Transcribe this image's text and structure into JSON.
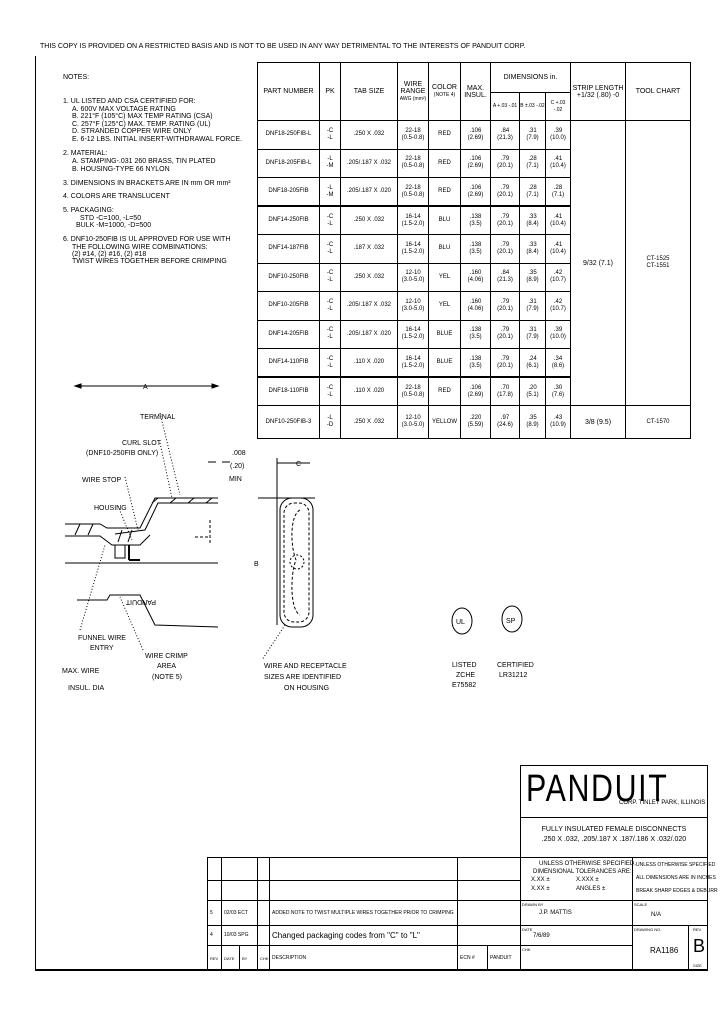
{
  "notice": "THIS COPY IS PROVIDED ON A RESTRICTED BASIS AND IS NOT TO BE USED IN ANY WAY DETRIMENTAL TO THE INTERESTS OF PANDUIT CORP.",
  "notes": {
    "title": "NOTES:",
    "lines": [
      "1.  UL LISTED AND CSA CERTIFIED FOR:",
      "A. 600V MAX VOLTAGE RATING",
      "B. 221°F (105°C) MAX TEMP RATING (CSA)",
      "C. 257°F (125°C) MAX. TEMP. RATING (UL)",
      "D. STRANDED COPPER WIRE ONLY",
      "E. 6-12 LBS. INITIAL INSERT-WITHDRAWAL FORCE.",
      "2.  MATERIAL:",
      "A. STAMPING-.031 260 BRASS, TIN PLATED",
      "B. HOUSING-TYPE 66 NYLON",
      "3.  DIMENSIONS IN BRACKETS ARE IN mm OR mm²",
      "4.  COLORS ARE TRANSLUCENT",
      "5.  PACKAGING:",
      "STD -C=100, -L=50",
      "BULK -M=1000, -D=500",
      "6.  DNF10-250FIB IS UL APPROVED FOR USE WITH",
      "THE FOLLOWING WIRE COMBINATIONS:",
      "(2) #14, (2) #16, (2) #18",
      "TWIST WIRES TOGETHER BEFORE CRIMPING"
    ]
  },
  "table": {
    "headers": {
      "part_number": "PART NUMBER",
      "pk": "PK",
      "tab_size": "TAB SIZE",
      "wire_range": "WIRE RANGE",
      "wire_range_units": "AWG (mm²)",
      "color": "COLOR",
      "color_sub": "(NOTE 4)",
      "max_insul": "MAX. INSUL.",
      "dimensions": "DIMENSIONS in.",
      "dim_a": "A +.03 -.01",
      "dim_b": "B ±.03 -.02",
      "dim_c": "C +.03 -.02",
      "strip_length": "STRIP LENGTH +1/32 (.80) -0",
      "tool_chart": "TOOL CHART"
    },
    "rows": [
      {
        "part": "DNF18-250FIB-L",
        "pk": "-C\n-L",
        "tab": ".250 X .032",
        "wire": "22-18\n(0.5-0.8)",
        "color": "RED",
        "insul": ".106\n(2.69)",
        "a": ".84\n(21.3)",
        "b": ".31\n(7.9)",
        "c": ".39\n(10.0)",
        "thick": false
      },
      {
        "part": "DNF18-205FIB-L",
        "pk": "-L\n-M",
        "tab": ".205/.187 X .032",
        "wire": "22-18\n(0.5-0.8)",
        "color": "RED",
        "insul": ".106\n(2.69)",
        "a": ".79\n(20.1)",
        "b": ".28\n(7.1)",
        "c": ".41\n(10.4)",
        "thick": false
      },
      {
        "part": "DNF18-205FIB",
        "pk": "-L\n-M",
        "tab": ".205/.187 X .020",
        "wire": "22-18\n(0.5-0.8)",
        "color": "RED",
        "insul": ".106\n(2.69)",
        "a": ".79\n(20.1)",
        "b": ".28\n(7.1)",
        "c": ".28\n(7.1)",
        "thick": true
      },
      {
        "part": "DNF14-250FIB",
        "pk": "-C\n-L",
        "tab": ".250 X .032",
        "wire": "16-14\n(1.5-2.0)",
        "color": "BLU",
        "insul": ".138\n(3.5)",
        "a": ".79\n(20.1)",
        "b": ".33\n(8.4)",
        "c": ".41\n(10.4)",
        "thick": false
      },
      {
        "part": "DNF14-187FIB",
        "pk": "-C\n-L",
        "tab": ".187 X .032",
        "wire": "16-14\n(1.5-2.0)",
        "color": "BLU",
        "insul": ".138\n(3.5)",
        "a": ".79\n(20.1)",
        "b": ".33\n(8.4)",
        "c": ".41\n(10.4)",
        "thick": false
      },
      {
        "part": "DNF10-250FIB",
        "pk": "-C\n-L",
        "tab": ".250 X .032",
        "wire": "12-10\n(3.0-5.0)",
        "color": "YEL",
        "insul": ".160\n(4.06)",
        "a": ".84\n(21.3)",
        "b": ".35\n(8.9)",
        "c": ".42\n(10.7)",
        "thick": false
      },
      {
        "part": "DNF10-205FIB",
        "pk": "-C\n-L",
        "tab": ".205/.187 X .032",
        "wire": "12-10\n(3.0-5.0)",
        "color": "YEL",
        "insul": ".160\n(4.06)",
        "a": ".79\n(20.1)",
        "b": ".31\n(7.9)",
        "c": ".42\n(10.7)",
        "thick": false
      },
      {
        "part": "DNF14-205FIB",
        "pk": "-C\n-L",
        "tab": ".205/.187 X .020",
        "wire": "16-14\n(1.5-2.0)",
        "color": "BLUE",
        "insul": ".138\n(3.5)",
        "a": ".79\n(20.1)",
        "b": ".31\n(7.9)",
        "c": ".39\n(10.0)",
        "thick": false
      },
      {
        "part": "DNF14-110FIB",
        "pk": "-C\n-L",
        "tab": ".110 X .020",
        "wire": "16-14\n(1.5-2.0)",
        "color": "BLUE",
        "insul": ".138\n(3.5)",
        "a": ".79\n(20.1)",
        "b": ".24\n(6.1)",
        "c": ".34\n(8.6)",
        "thick": true
      },
      {
        "part": "DNF18-110FIB",
        "pk": "-C\n-L",
        "tab": ".110 X .020",
        "wire": "22-18\n(0.5-0.8)",
        "color": "RED",
        "insul": ".106\n(2.69)",
        "a": ".70\n(17.8)",
        "b": ".20\n(5.1)",
        "c": ".30\n(7.6)",
        "thick": false
      },
      {
        "part": "DNF10-250FIB-3",
        "pk": "-L\n-D",
        "tab": ".250 X .032",
        "wire": "12-10\n(3.0-5.0)",
        "color": "YELLOW",
        "insul": ".220\n(5.59)",
        "a": ".97\n(24.6)",
        "b": ".35\n(8.9)",
        "c": ".43\n(10.9)",
        "thick": false
      }
    ],
    "strip_length_group": "9/32 (7.1)",
    "tool_chart_group": "CT-1525\nCT-1551",
    "strip_length_last": "3/8 (9.5)",
    "tool_chart_last": "CT-1570"
  },
  "drawing": {
    "dim_a": "A",
    "dim_b": "B",
    "dim_c": "C",
    "terminal": "TERMINAL",
    "curl_slot": "CURL SLOT",
    "curl_slot_note": "(DNF10-250FIB ONLY)",
    "wire_stop": "WIRE STOP",
    "housing": "HOUSING",
    "gap_in": ".008",
    "gap_mm": "(.20)",
    "gap_min": "MIN",
    "funnel_1": "FUNNEL WIRE",
    "funnel_2": "ENTRY",
    "crimp_1": "WIRE CRIMP",
    "crimp_2": "AREA",
    "crimp_3": "(NOTE 5)",
    "max_insul_1": "MAX. WIRE",
    "max_insul_2": "INSUL. DIA",
    "housing_mark": "PANDUIT",
    "ident_1": "WIRE AND RECEPTACLE",
    "ident_2": "SIZES ARE IDENTIFIED",
    "ident_3": "ON HOUSING"
  },
  "certifications": {
    "ul_logo": "UL",
    "ul_1": "LISTED",
    "ul_2": "ZCHE",
    "ul_3": "E75582",
    "csa_logo": "SP",
    "csa_1": "CERTIFIED",
    "csa_2": "LR31212"
  },
  "title_block": {
    "company": "PANDUIT",
    "company_sub": "CORP.  TINLEY PARK, ILLINOIS",
    "title_1": "FULLY INSULATED FEMALE DISCONNECTS",
    "title_2": ".250 X .032, .205/.187 X .187/.186 X .032/.020",
    "tol_1": "UNLESS OTHERWISE SPECIFIED,",
    "tol_2": "DIMENSIONAL TOLERANCES ARE:",
    "tol_3a": "X.XX ±",
    "tol_3b": "X.XXX ±",
    "tol_4a": "X.XX ±",
    "tol_4b": "ANGLES ±",
    "std_1": "UNLESS OTHERWISE SPECIFIED",
    "std_2": "ALL DIMENSIONS ARE IN INCHES",
    "std_3": "BREAK SHARP EDGES & DEBURR",
    "drawn_label": "DRAWN BY",
    "drawn_value": "J.P. MATTIS",
    "date_label": "DATE",
    "date_value": "7/6/89",
    "chk_label": "CHK",
    "scale_label": "SCALE",
    "scale_value": "N/A",
    "dwg_label": "DRAWING NO.",
    "dwg_value": "RA1186",
    "rev_label": "REV",
    "rev_value": "B",
    "size_label": "SIZE"
  },
  "revisions": {
    "headers": {
      "rev": "REV",
      "date": "DATE",
      "by": "BY",
      "chk": "CHK",
      "description": "DESCRIPTION",
      "ecn": "ECN #",
      "panduit": "PANDUIT"
    },
    "rows": [
      {
        "rev": "",
        "date": "",
        "chk": "",
        "description": "",
        "ecn": ""
      },
      {
        "rev": "",
        "date": "",
        "chk": "",
        "description": "",
        "ecn": ""
      },
      {
        "rev": "5",
        "date": "02/03 ECT",
        "chk": "",
        "description": "ADDED NOTE TO TWIST MULTIPLE WIRES TOGETHER PRIOR TO CRIMPING",
        "ecn": ""
      },
      {
        "rev": "4",
        "date": "10/03 SPG",
        "chk": "",
        "description": "Changed packaging codes from \"C\" to \"L\"",
        "ecn": ""
      }
    ]
  }
}
